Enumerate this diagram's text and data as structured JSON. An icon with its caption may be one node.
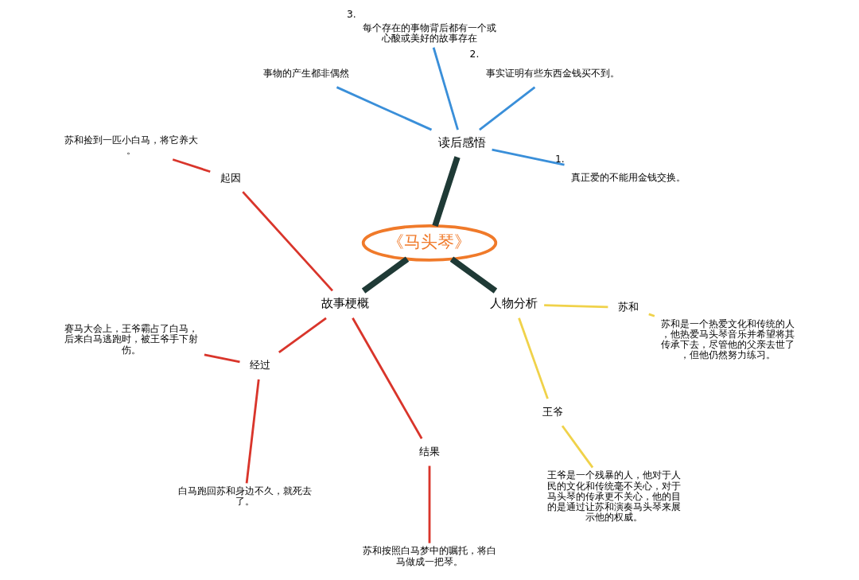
{
  "diagram": {
    "nodes": [
      {
        "text": [
          "《马头琴》"
        ]
      },
      {
        "text": [
          "读后感悟"
        ]
      },
      {
        "text": [
          "真正爱的不能用金钱交换。"
        ],
        "beside": [
          "1."
        ]
      },
      {
        "text": [
          "事实证明有些东西金钱买不到。"
        ],
        "beside": [
          "2."
        ]
      },
      {
        "text": [
          "每个存在的事物背后都有一个或心酸或美好的故事存在"
        ],
        "beside": [
          "3."
        ]
      },
      {
        "text": [
          "事物的产生都非偶然"
        ]
      },
      {
        "text": [
          "故事梗概"
        ]
      },
      {
        "text": [
          "起因"
        ]
      },
      {
        "text": [
          "苏和捡到一匹小白马，将它养大。"
        ]
      },
      {
        "text": [
          "经过"
        ]
      },
      {
        "text": [
          "赛马大会上，王爷霸占了白马，后来白马逃跑时，被王爷手下射伤。"
        ]
      },
      {
        "text": [
          "白马跑回苏和身边不久，就死去了。"
        ]
      },
      {
        "text": [
          "结果"
        ]
      },
      {
        "text": [
          "苏和按照白马梦中的嘱托，将白马做成一把琴。"
        ]
      },
      {
        "text": [
          "人物分析"
        ]
      },
      {
        "text": [
          "王爷"
        ]
      },
      {
        "text": [
          "王爷是一个残暴的人，他对于人民的文化和传统毫不关心，对于马头琴的传承更不关心，他的目的是通过让苏和演奏马头琴来展示他的权威。"
        ]
      },
      {
        "text": [
          "苏和"
        ]
      },
      {
        "text": [
          "苏和是一个热爱文化和传统的人，他热爱马头琴音乐并希望将其传承下去，尽管他的父亲去世了，但他仍然努力练习。"
        ]
      }
    ],
    "edges": [
      {
        "from": 0,
        "to": 1,
        "arrow": "none",
        "style": "thick",
        "color": "#1f3a36"
      },
      {
        "from": 1,
        "to": 2,
        "arrow": "none",
        "color": "#3a8fd9"
      },
      {
        "from": 1,
        "to": 3,
        "arrow": "none",
        "color": "#3a8fd9"
      },
      {
        "from": 1,
        "to": 4,
        "arrow": "none",
        "color": "#3a8fd9"
      },
      {
        "from": 1,
        "to": 5,
        "arrow": "none",
        "color": "#3a8fd9"
      },
      {
        "from": 0,
        "to": 6,
        "arrow": "none",
        "style": "thick",
        "color": "#1f3a36"
      },
      {
        "from": 6,
        "to": 7,
        "arrow": "none"
      },
      {
        "from": 7,
        "to": 8,
        "arrow": "none"
      },
      {
        "from": 6,
        "to": 9,
        "arrow": "none"
      },
      {
        "from": 9,
        "to": 10,
        "arrow": "none"
      },
      {
        "from": 9,
        "to": 11,
        "arrow": "none"
      },
      {
        "from": 6,
        "to": 12,
        "arrow": "none"
      },
      {
        "from": 12,
        "to": 13,
        "arrow": "none"
      },
      {
        "from": 0,
        "to": 14,
        "arrow": "none",
        "style": "thick",
        "color": "#1f3a36"
      },
      {
        "from": 14,
        "to": 15,
        "arrow": "none",
        "color": "#f0d24a"
      },
      {
        "from": 15,
        "to": 16,
        "arrow": "none",
        "color": "#f0d24a"
      },
      {
        "from": 14,
        "to": 17,
        "arrow": "none",
        "color": "#f0d24a"
      },
      {
        "from": 17,
        "to": 18,
        "arrow": "none",
        "color": "#f0d24a"
      }
    ]
  }
}
